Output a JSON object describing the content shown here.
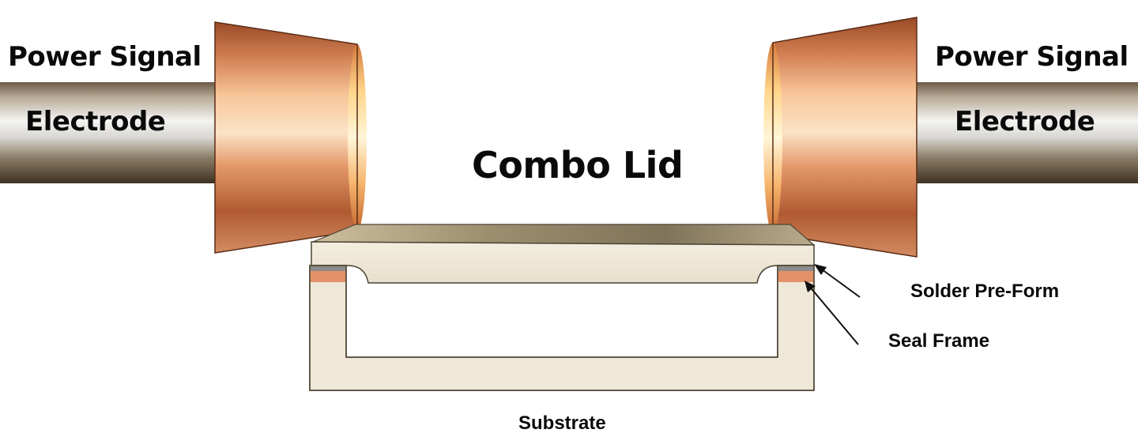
{
  "labels": {
    "left_top": "Power Signal",
    "left_bottom": "Electrode",
    "right_top": "Power Signal",
    "right_bottom": "Electrode",
    "title": "Combo Lid",
    "solder": "Solder Pre-Form",
    "seal": "Seal Frame",
    "substrate": "Substrate"
  },
  "colors": {
    "copper_dark": "#a2502a",
    "copper_light": "#f7c89a",
    "rod_dark": "#4e3f2c",
    "rod_light": "#f2f2f2",
    "lid_top": "#b8a78a",
    "ceramic": "#efe8d8",
    "solder": "#e39169",
    "seal": "#8c8c8c"
  }
}
